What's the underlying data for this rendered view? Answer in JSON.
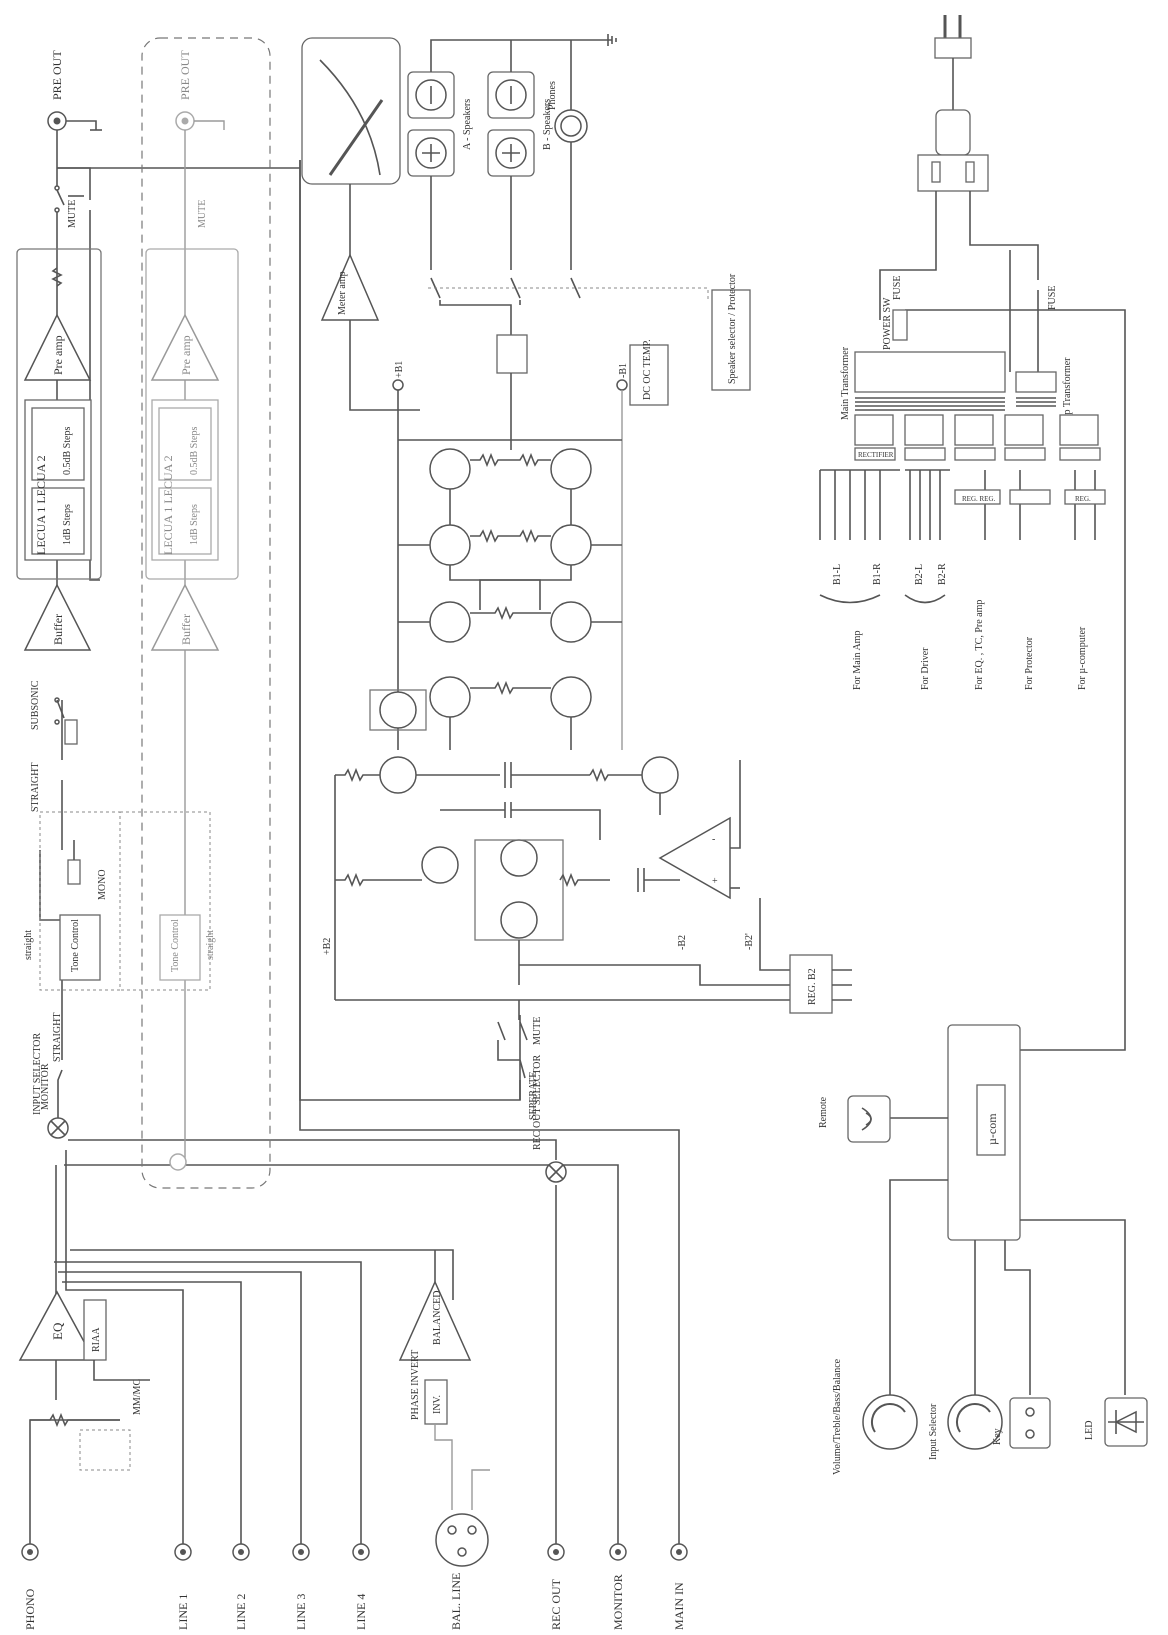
{
  "inputs": {
    "phono": "PHONO",
    "line1": "LINE 1",
    "line2": "LINE 2",
    "line3": "LINE 3",
    "line4": "LINE 4",
    "bal_line": "BAL. LINE",
    "rec_out": "REC OUT",
    "monitor": "MONITOR",
    "main_in": "MAIN IN"
  },
  "pre_section": {
    "pre_out_left": "PRE OUT",
    "pre_out_right": "PRE OUT",
    "mute": "MUTE",
    "pre_amp": "Pre amp",
    "lecua": "LECUA 1 LECUA 2",
    "lecua_sub1": "0.5dB Steps",
    "lecua_sub2": "1dB Steps",
    "buffer": "Buffer",
    "subsonic": "SUBSONIC",
    "straight": "STRAIGHT",
    "mono": "MONO",
    "tone_control": "Tone Control",
    "straight_side": "straight",
    "straight_selector": "STRAIGHT",
    "monitor_sw": "MONITOR",
    "input_selector": "INPUT SELECTOR",
    "rec_out_selector": "REC OUT SELECTOR",
    "eq": "EQ",
    "riaa": "RIAA",
    "mm_mc": "MM/MC",
    "phase_invert": "PHASE INVERT",
    "inv": "INV.",
    "balanced": "BALANCED"
  },
  "power_amp": {
    "meter_amp": "Meter amp",
    "a_speakers": "A - Speakers",
    "b_speakers": "B - Speakers",
    "phones": "Phones",
    "protect": "DC OC TEMP.",
    "speaker_selector": "Speaker selector / Protector",
    "plus_b1": "+B1",
    "minus_b1": "-B1",
    "plus_b2": "+B2",
    "minus_b2": "-B2",
    "minus_b2p": "-B2'",
    "reg_b2": "REG. B2",
    "separate": "SEPERATE",
    "mute": "MUTE"
  },
  "power_supply": {
    "main_transformer": "Main Transformer",
    "backup_transformer": "Backup Transformer",
    "power_sw": "POWER SW",
    "fuse1": "FUSE",
    "fuse2": "FUSE",
    "rectifier": "RECTIFIER",
    "reg1": "REG. REG.",
    "reg2": "REG.",
    "b1l": "B1-L",
    "b1r": "B1-R",
    "b2l": "B2-L",
    "b2r": "B2-R",
    "for_main_amp": "For Main Amp",
    "for_driver": "For Driver",
    "for_eq": "For EQ. , TC, Pre amp",
    "for_protector": "For Protector",
    "for_ucom": "For µ-computer"
  },
  "control": {
    "ucom": "µ-com",
    "remote": "Remote",
    "volume": "Volume/Treble/Bass/Balance",
    "input_selector": "Input Selector",
    "key": "Key",
    "led": "LED"
  }
}
